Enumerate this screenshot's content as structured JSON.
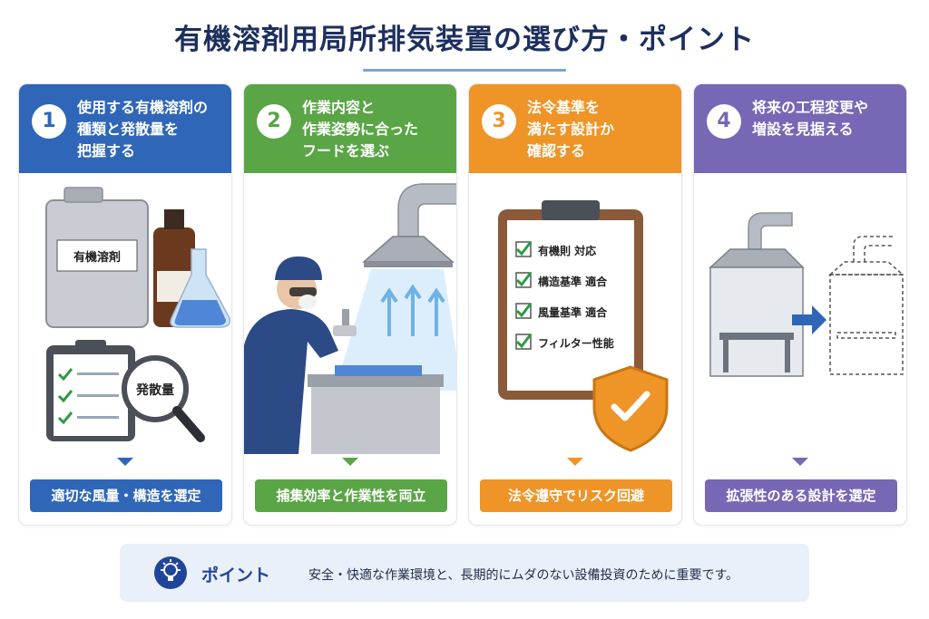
{
  "title": "有機溶剤用局所排気装置の選び方・ポイント",
  "colors": {
    "card1": "#2f66b8",
    "card2": "#5aa546",
    "card3": "#ef9427",
    "card4": "#7767b5"
  },
  "cards": [
    {
      "number": "1",
      "heading": "使用する有機溶剤の\n種類と発散量を\n把握する",
      "illustration_labels": [
        "有機溶剤",
        "発散量"
      ],
      "result": "適切な風量・構造を選定"
    },
    {
      "number": "2",
      "heading": "作業内容と\n作業姿勢に合った\nフードを選ぶ",
      "result": "捕集効率と作業性を両立"
    },
    {
      "number": "3",
      "heading": "法令基準を\n満たす設計か\n確認する",
      "checklist": [
        "有機則 対応",
        "構造基準 適合",
        "風量基準 適合",
        "フィルター性能"
      ],
      "result": "法令遵守でリスク回避"
    },
    {
      "number": "4",
      "heading": "将来の工程変更や\n増設を見据える",
      "result": "拡張性のある設計を選定"
    }
  ],
  "point": {
    "label": "ポイント",
    "text": "安全・快適な作業環境と、長期的にムダのない設備投資のために重要です。"
  }
}
